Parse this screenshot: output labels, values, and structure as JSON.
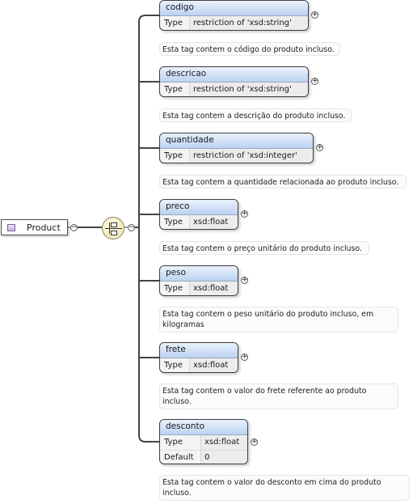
{
  "root": {
    "label": "Product",
    "icon": "element-icon",
    "toggle": "−"
  },
  "sequence": {
    "icon": "sequence-compositor-icon",
    "toggle": "−"
  },
  "elements": [
    {
      "name": "codigo",
      "type_key": "Type",
      "type_value": "restriction of 'xsd:string'",
      "toggle": "+",
      "description": "Esta tag contem o código do produto incluso."
    },
    {
      "name": "descricao",
      "type_key": "Type",
      "type_value": "restriction of 'xsd:string'",
      "toggle": "+",
      "description": "Esta tag contem a descrição do produto incluso."
    },
    {
      "name": "quantidade",
      "type_key": "Type",
      "type_value": "restriction of 'xsd:integer'",
      "toggle": "+",
      "description": "Esta tag contem a quantidade relacionada ao produto incluso."
    },
    {
      "name": "preco",
      "type_key": "Type",
      "type_value": "xsd:float",
      "toggle": "+",
      "description": "Esta tag contem o preço unitário do produto incluso."
    },
    {
      "name": "peso",
      "type_key": "Type",
      "type_value": "xsd:float",
      "toggle": "+",
      "description": "Esta tag contem o peso unitário do produto incluso, em kilogramas"
    },
    {
      "name": "frete",
      "type_key": "Type",
      "type_value": "xsd:float",
      "toggle": "+",
      "description": "Esta tag contem o valor do frete referente ao produto incluso."
    },
    {
      "name": "desconto",
      "type_key": "Type",
      "type_value": "xsd:float",
      "default_key": "Default",
      "default_value": "0",
      "toggle": "+",
      "description": "Esta tag contem o valor do desconto em cima do produto incluso."
    }
  ]
}
